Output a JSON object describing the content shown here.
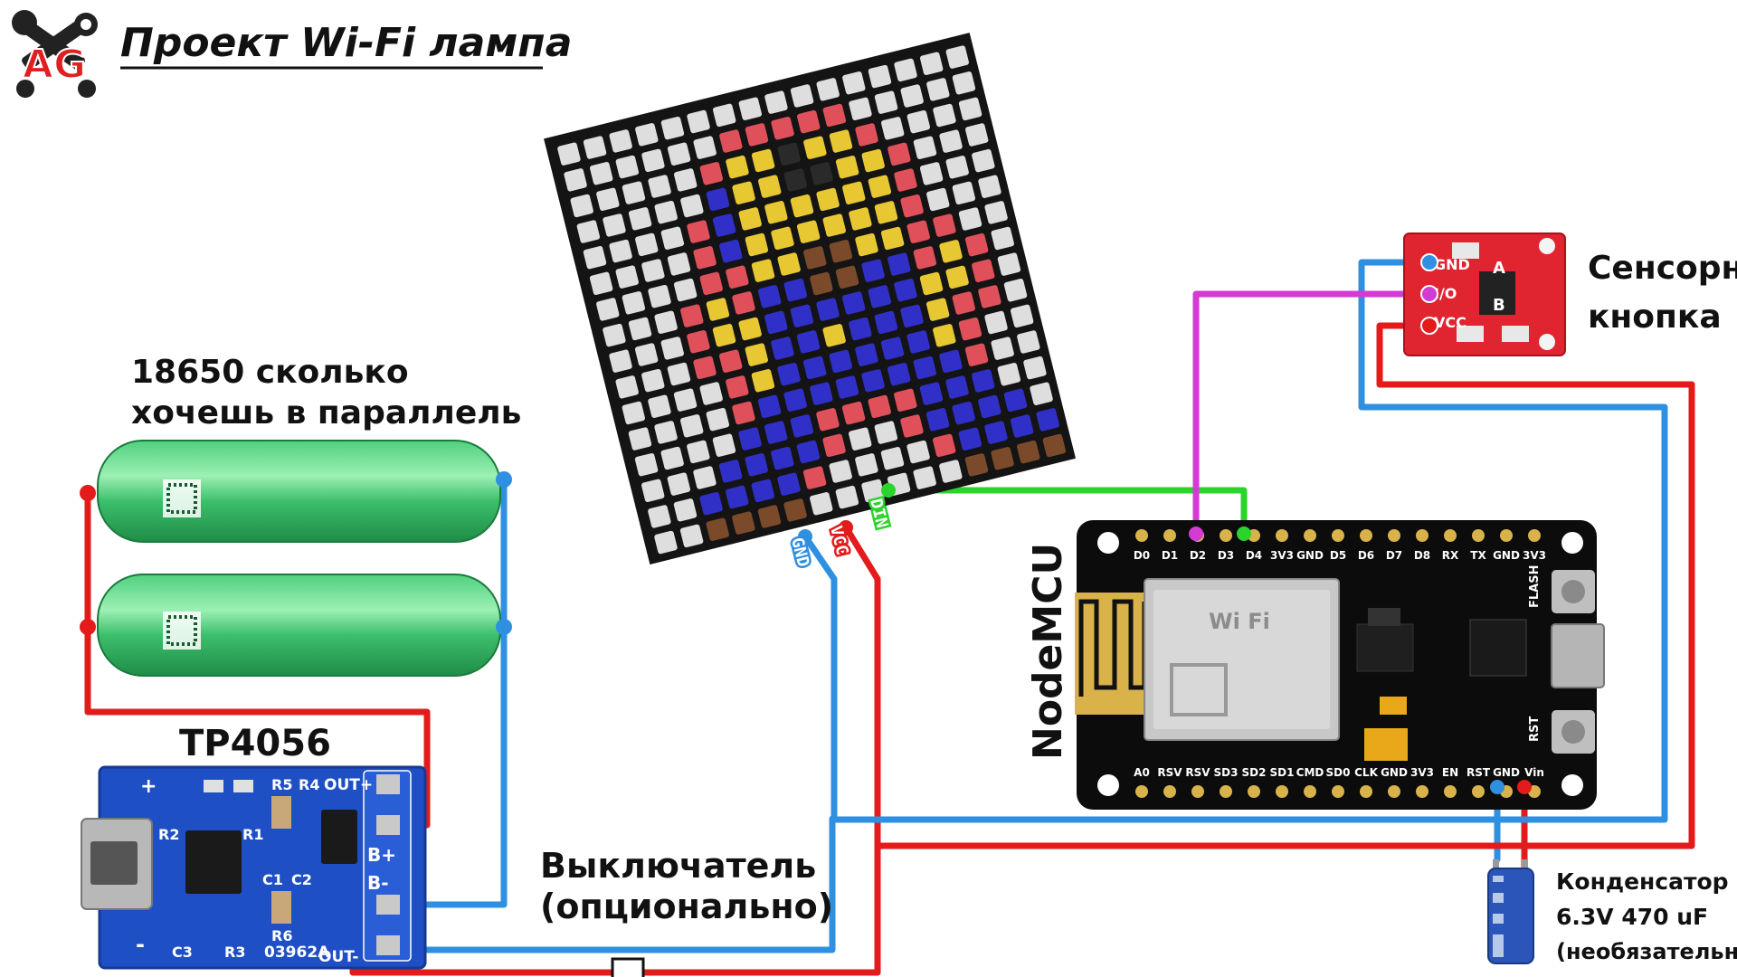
{
  "title": "Проект Wi-Fi лампа",
  "logo": {
    "text": "AG",
    "icon": "hammer-wrench-logo-icon"
  },
  "labels": {
    "batteries": [
      "18650 сколько",
      "хочешь в параллель"
    ],
    "charger": "TP4056",
    "switch": [
      "Выключатель",
      "(опционально)"
    ],
    "mcu": "NodeMCU",
    "touch": [
      "Сенсорна",
      "кнопка"
    ],
    "capacitor": [
      "Конденсатор",
      "6.3V 470 uF",
      "(необязательно)"
    ]
  },
  "matrix": {
    "pins": [
      "GND",
      "VCC",
      "DIN"
    ],
    "pin_colors": [
      "#2f8fe0",
      "#e31b1b",
      "#2bd42b"
    ],
    "rows": [
      "................",
      "......RRRRR.....",
      ".....RYYKYYR....",
      ".....BYYKKYYR...",
      "....RBYYYYYYR...",
      "....RBYYYYYYR...",
      "....RRYYNNYYRR..",
      "...RYRBBNNBBRYR.",
      "...RYYBBBBBBYYR.",
      "...RRYBBYBBBYRR.",
      "....RYBBBBBBYR..",
      "....RBBBBBBBBR..",
      "....BBBRRRRBBB..",
      "...BBBBR..RBBBB.",
      "..BBBBR....RBBBB",
      "..NNNN......NNNN"
    ],
    "led_colors": {
      ".": "#dedede",
      "R": "#e0505a",
      "Y": "#e8c832",
      "B": "#3030c8",
      "N": "#7a4a2a",
      "K": "#2a2a2a"
    }
  },
  "tp4056": {
    "pins": [
      "OUT+",
      "B+",
      "B-",
      "OUT-"
    ],
    "silk": [
      "+",
      "-",
      "R2",
      "R1",
      "R5",
      "R4",
      "C1",
      "C2",
      "R6",
      "C3",
      "R3",
      "03962A"
    ]
  },
  "nodemcu": {
    "top_pins": [
      "D0",
      "D1",
      "D2",
      "D3",
      "D4",
      "3V3",
      "GND",
      "D5",
      "D6",
      "D7",
      "D8",
      "RX",
      "TX",
      "GND",
      "3V3"
    ],
    "bottom_pins": [
      "A0",
      "RSV",
      "RSV",
      "SD3",
      "SD2",
      "SD1",
      "CMD",
      "SD0",
      "CLK",
      "GND",
      "3V3",
      "EN",
      "RST",
      "GND",
      "Vin"
    ],
    "chip_label": "Wi Fi",
    "buttons": [
      "FLASH",
      "RST"
    ]
  },
  "touch_sensor": {
    "pins": [
      "GND",
      "I/O",
      "VCC"
    ],
    "silk": [
      "A",
      "B"
    ]
  },
  "wire_colors": {
    "negative": "#2f8fe0",
    "positive": "#e31b1b",
    "data": "#2bd42b",
    "touch_io": "#d43ad4"
  }
}
